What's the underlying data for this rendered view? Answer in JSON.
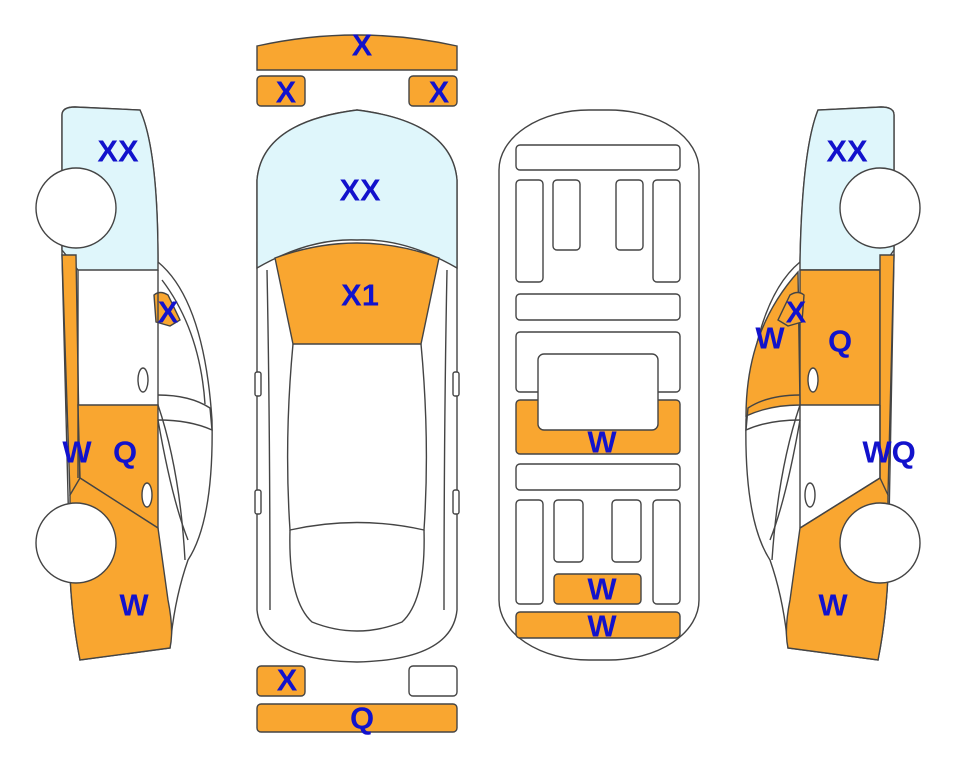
{
  "colors": {
    "damage_fill": "#F9A630",
    "glass_fill": "#DFF6FB",
    "outline": "#444444",
    "label": "#1212CC",
    "body": "#FFFFFF"
  },
  "labels": {
    "front_bumper": "X",
    "left_headlight": "X",
    "right_headlight": "X",
    "windshield": "XX",
    "hood": "X1",
    "left_tail_light": "X",
    "rear_bumper": "Q",
    "underbody_center": "W",
    "underbody_rear_panel": "W",
    "underbody_rear_sill": "W",
    "left_windshield": "XX",
    "left_mirror": "X",
    "left_rocker": "W",
    "left_front_door": "Q",
    "left_front_fender": "W",
    "right_windshield": "XX",
    "right_mirror": "X",
    "right_door_edge": "W",
    "right_front_door": "Q",
    "right_rocker": "WQ",
    "right_front_fender": "W"
  }
}
